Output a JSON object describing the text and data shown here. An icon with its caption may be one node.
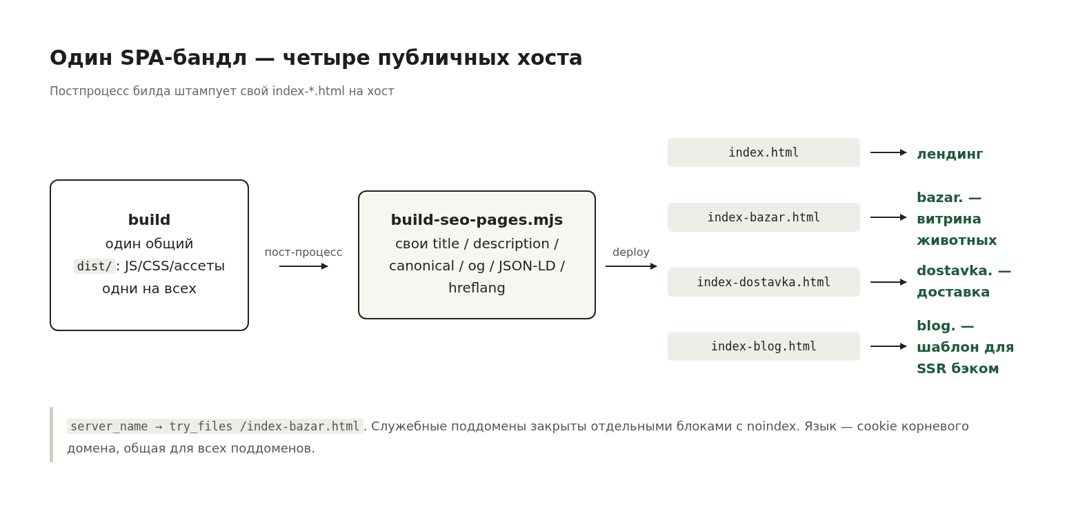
{
  "diagram": {
    "title": "Один SPA-бандл — четыре публичных хоста",
    "caption": "Постпроцесс билда штампует свой index-*.html на хост",
    "nodes": [
      {
        "text": [
          "build",
          "один общий",
          "dist/",
          ": JS/CSS/ассеты одни на всех"
        ]
      },
      {
        "text": [
          "build-seo-pages.mjs",
          "свои title / description / canonical / og / JSON-LD / hreflang"
        ]
      },
      {
        "text": [
          "index.html"
        ]
      },
      {
        "text": [
          "index-bazar.html"
        ]
      },
      {
        "text": [
          "index-dostavka.html"
        ]
      },
      {
        "text": [
          "index-blog.html"
        ]
      },
      {
        "text": [
          "лендинг"
        ]
      },
      {
        "text": [
          "bazar. — витрина животных"
        ]
      },
      {
        "text": [
          "dostavka. — доставка"
        ]
      },
      {
        "text": [
          "blog. — шаблон для SSR бэком"
        ]
      }
    ],
    "edges": [
      {
        "from": 0,
        "to": 1,
        "arrow": "to",
        "label": "пост-процесс"
      },
      {
        "from": 1,
        "to": 4,
        "arrow": "to",
        "label": "deploy"
      },
      {
        "from": 2,
        "to": 6,
        "arrow": "to"
      },
      {
        "from": 3,
        "to": 7,
        "arrow": "to"
      },
      {
        "from": 4,
        "to": 8,
        "arrow": "to"
      },
      {
        "from": 5,
        "to": 9,
        "arrow": "to"
      }
    ],
    "labels": [
      "server_name → try_files /index-bazar.html",
      ". Служебные поддомены закрыты отдельными блоками с noindex. Язык — cookie корневого домена, общая для всех поддоменов."
    ]
  }
}
